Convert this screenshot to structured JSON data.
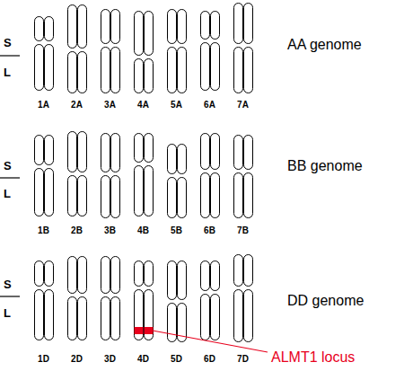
{
  "diagram": {
    "labels": [
      "S",
      "L",
      "1A",
      "2A",
      "3A",
      "4A",
      "5A",
      "6A",
      "7A",
      "AA genome",
      "S",
      "L",
      "1B",
      "2B",
      "3B",
      "4B",
      "5B",
      "6B",
      "7B",
      "BB genome",
      "S",
      "L",
      "1D",
      "2D",
      "3D",
      "4D",
      "5D",
      "6D",
      "7D",
      "DD genome",
      "ALMT1 locus"
    ]
  }
}
